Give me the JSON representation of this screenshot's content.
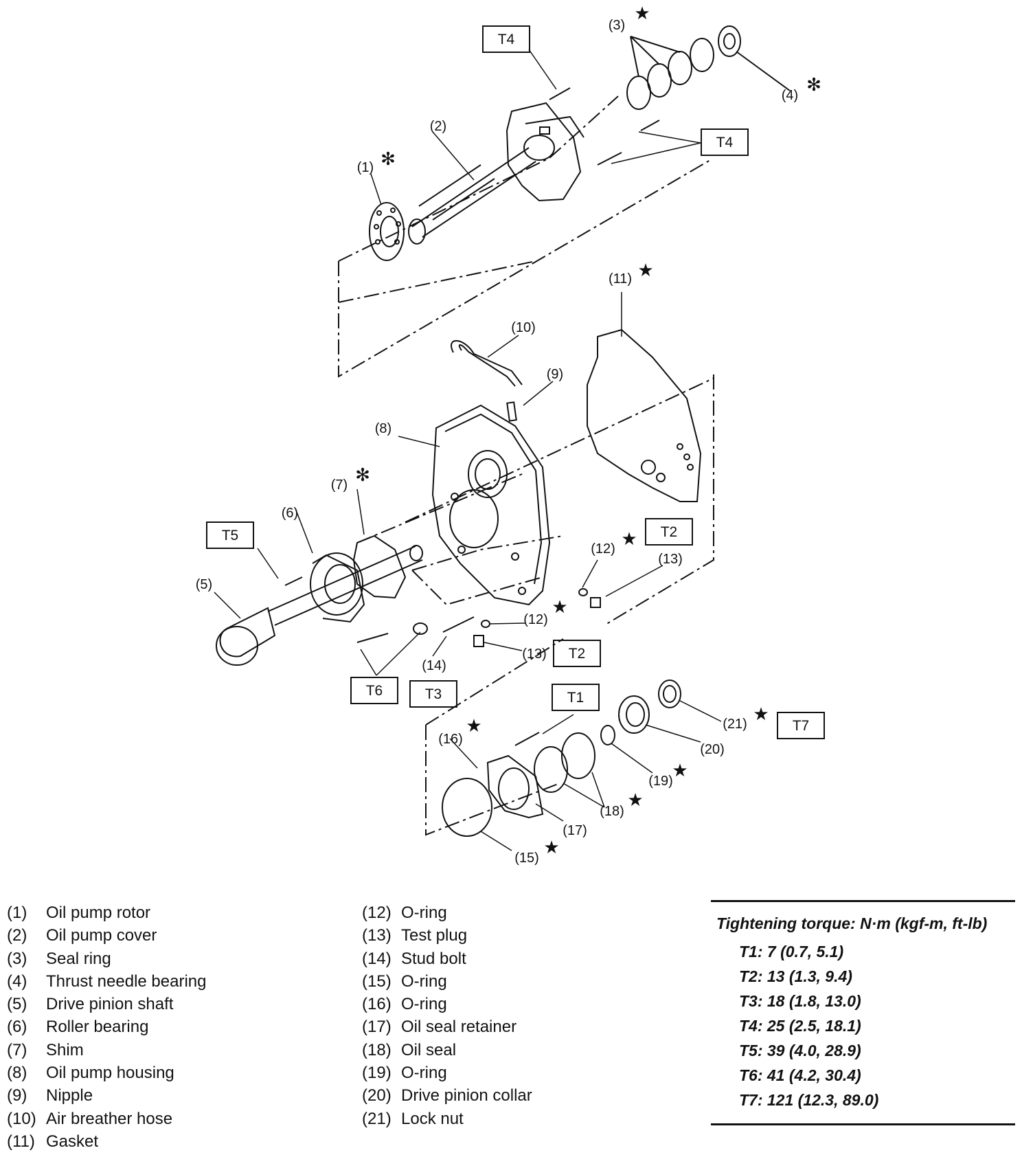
{
  "callouts": {
    "c1": "(1)",
    "c2": "(2)",
    "c3": "(3)",
    "c4": "(4)",
    "c5": "(5)",
    "c6": "(6)",
    "c7": "(7)",
    "c8": "(8)",
    "c9": "(9)",
    "c10": "(10)",
    "c11": "(11)",
    "c12a": "(12)",
    "c12b": "(12)",
    "c13a": "(13)",
    "c13b": "(13)",
    "c14": "(14)",
    "c15": "(15)",
    "c16": "(16)",
    "c17": "(17)",
    "c18": "(18)",
    "c19": "(19)",
    "c20": "(20)",
    "c21": "(21)"
  },
  "torque_tags": {
    "t4_top": "T4",
    "t4_right": "T4",
    "t5": "T5",
    "t2_upper": "T2",
    "t2_lower": "T2",
    "t6": "T6",
    "t3": "T3",
    "t1": "T1",
    "t7": "T7"
  },
  "marks": {
    "star": "★",
    "asterisk": "✻"
  },
  "legend_left": [
    {
      "num": "(1)",
      "name": "Oil pump rotor"
    },
    {
      "num": "(2)",
      "name": "Oil pump cover"
    },
    {
      "num": "(3)",
      "name": "Seal ring"
    },
    {
      "num": "(4)",
      "name": "Thrust needle bearing"
    },
    {
      "num": "(5)",
      "name": "Drive pinion shaft"
    },
    {
      "num": "(6)",
      "name": "Roller bearing"
    },
    {
      "num": "(7)",
      "name": "Shim"
    },
    {
      "num": "(8)",
      "name": "Oil pump housing"
    },
    {
      "num": "(9)",
      "name": "Nipple"
    },
    {
      "num": "(10)",
      "name": "Air breather hose"
    },
    {
      "num": "(11)",
      "name": "Gasket"
    }
  ],
  "legend_mid": [
    {
      "num": "(12)",
      "name": "O-ring"
    },
    {
      "num": "(13)",
      "name": "Test plug"
    },
    {
      "num": "(14)",
      "name": "Stud bolt"
    },
    {
      "num": "(15)",
      "name": "O-ring"
    },
    {
      "num": "(16)",
      "name": "O-ring"
    },
    {
      "num": "(17)",
      "name": "Oil seal retainer"
    },
    {
      "num": "(18)",
      "name": "Oil seal"
    },
    {
      "num": "(19)",
      "name": "O-ring"
    },
    {
      "num": "(20)",
      "name": "Drive pinion collar"
    },
    {
      "num": "(21)",
      "name": "Lock nut"
    }
  ],
  "torque": {
    "title": "Tightening torque: N·m (kgf-m, ft-lb)",
    "rows": [
      "T1: 7 (0.7, 5.1)",
      "T2: 13 (1.3, 9.4)",
      "T3: 18 (1.8, 13.0)",
      "T4: 25 (2.5, 18.1)",
      "T5: 39 (4.0, 28.9)",
      "T6: 41 (4.2, 30.4)",
      "T7: 121 (12.3, 89.0)"
    ]
  }
}
